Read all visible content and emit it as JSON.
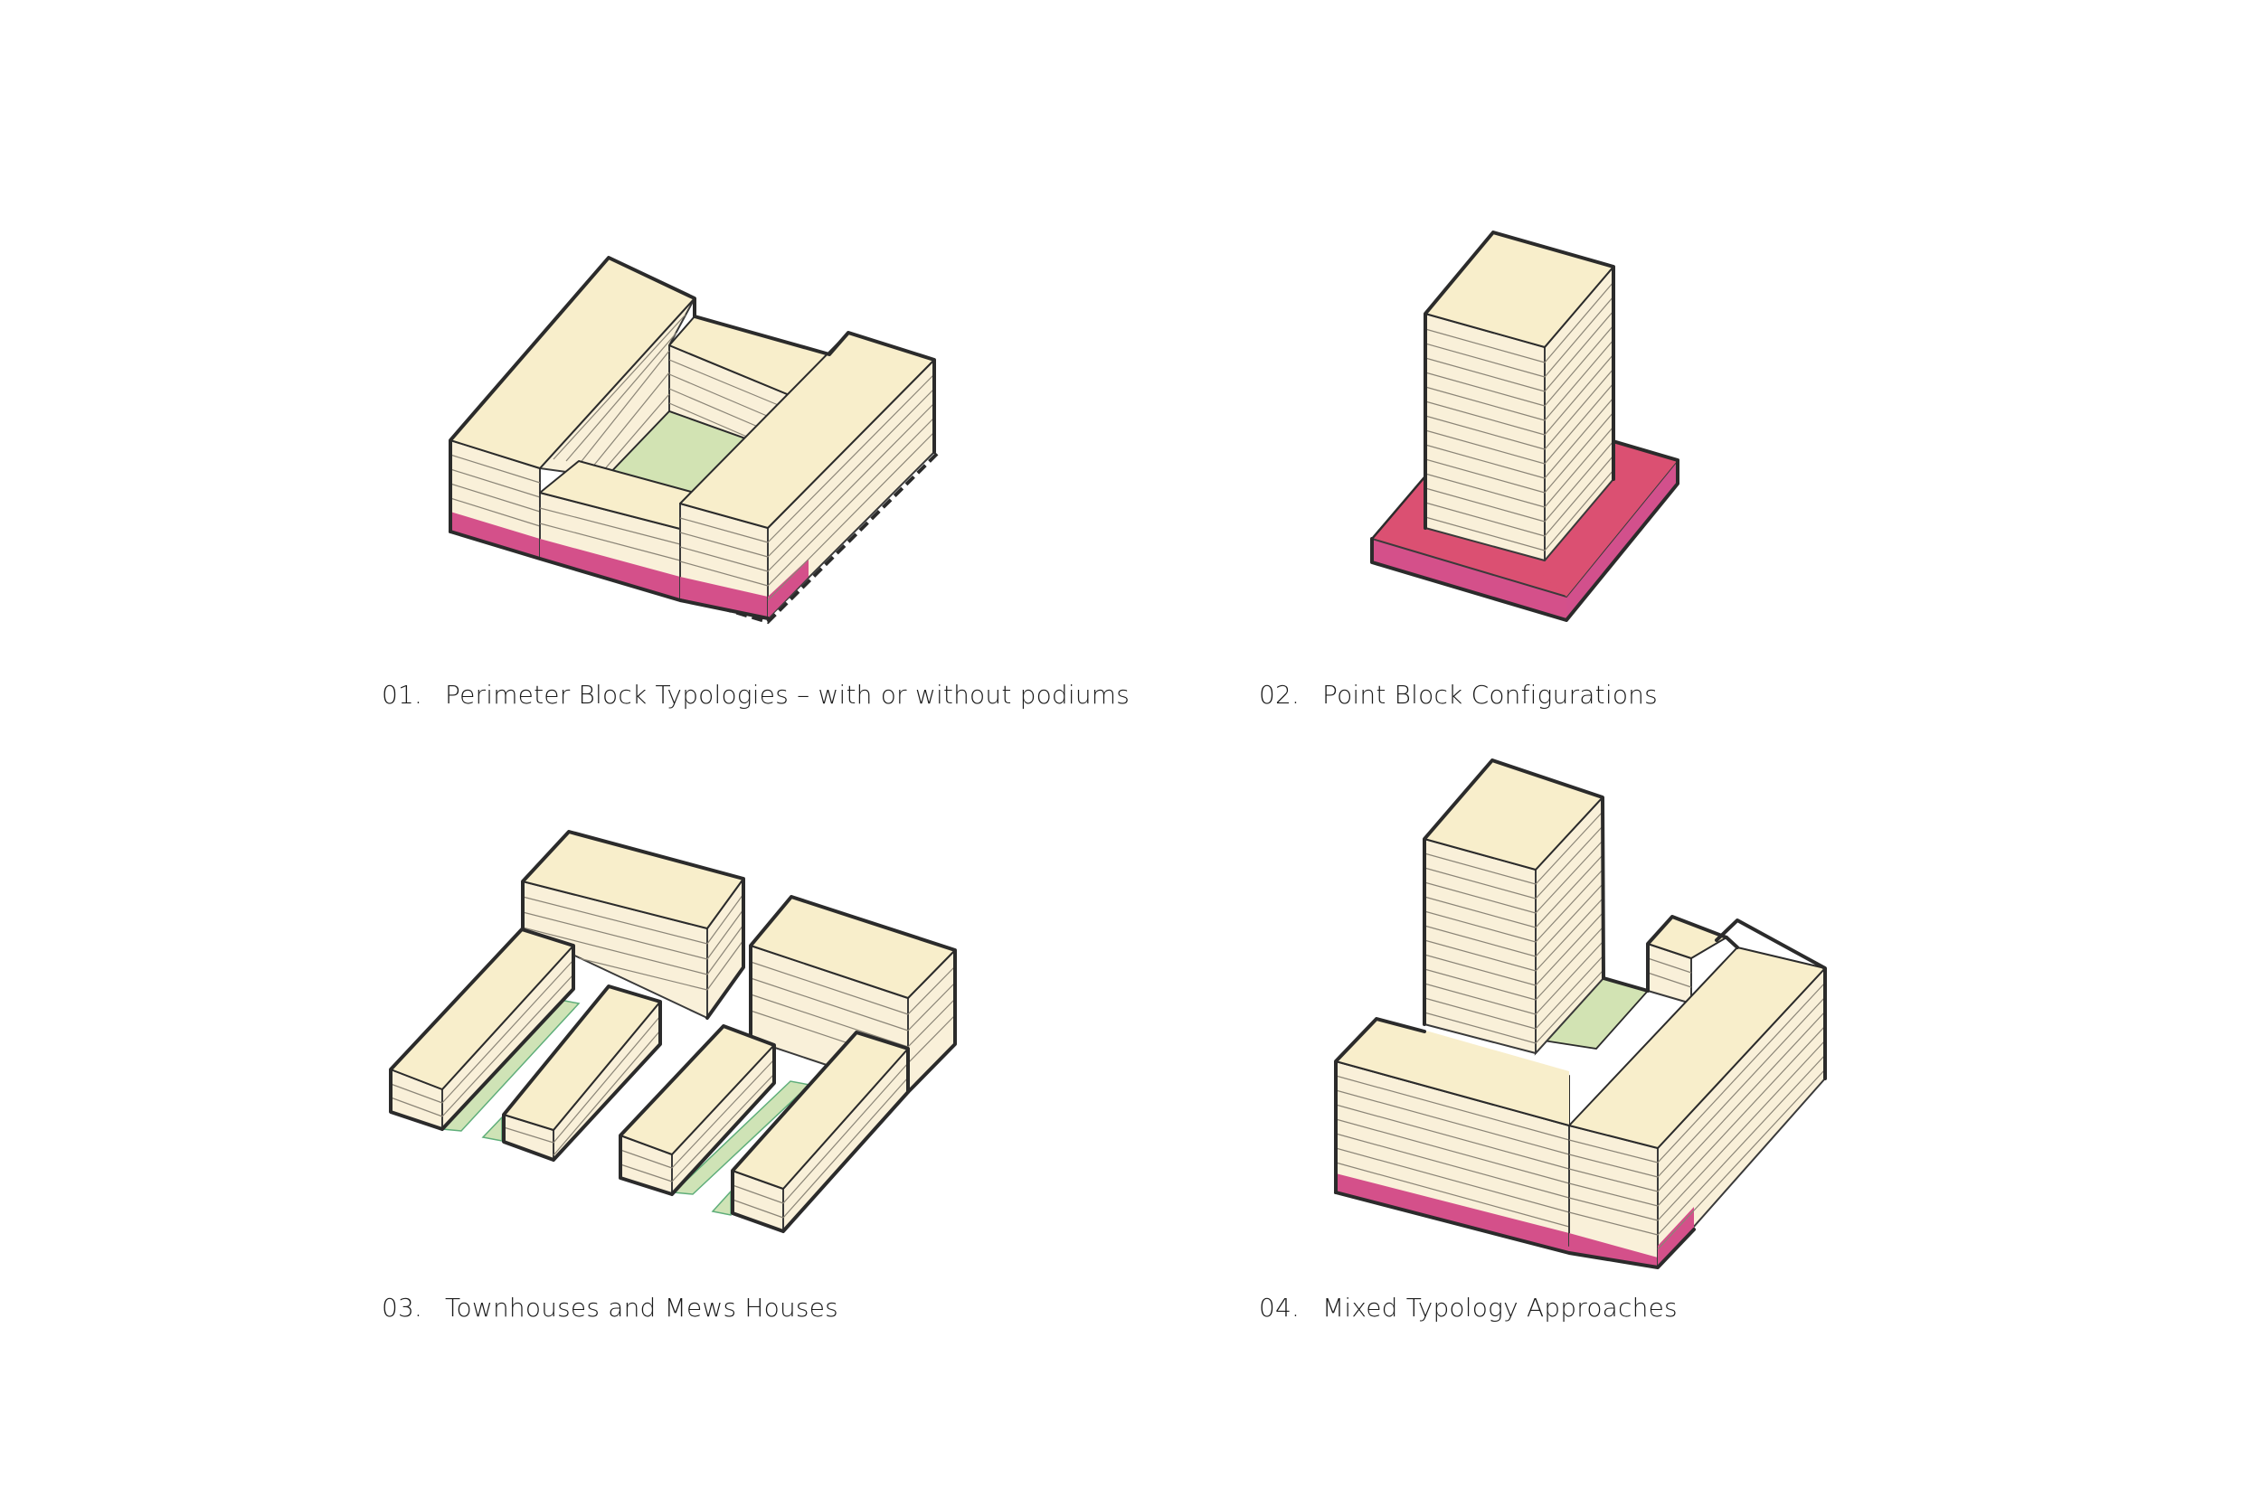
{
  "colors": {
    "background": "#ffffff",
    "building": "#f8eecb",
    "building_wall": "#f9f0d9",
    "outline": "#2b2b2b",
    "podium": "#d4508a",
    "podium_top": "#db5072",
    "courtyard_green": "#d2e3b3",
    "text": "#1a1a1a"
  },
  "diagrams": [
    {
      "number": "01.",
      "label": "Perimeter Block Typologies – with or without podiums",
      "type": "perimeter-block",
      "features": [
        "courtyard",
        "podium"
      ]
    },
    {
      "number": "02.",
      "label": "Point Block Configurations",
      "type": "point-block",
      "features": [
        "tower",
        "podium"
      ]
    },
    {
      "number": "03.",
      "label": "Townhouses and Mews Houses",
      "type": "townhouses-mews",
      "features": [
        "terraces",
        "mews-gardens"
      ]
    },
    {
      "number": "04.",
      "label": "Mixed Typology Approaches",
      "type": "mixed",
      "features": [
        "tower",
        "courtyard",
        "podium"
      ]
    }
  ]
}
